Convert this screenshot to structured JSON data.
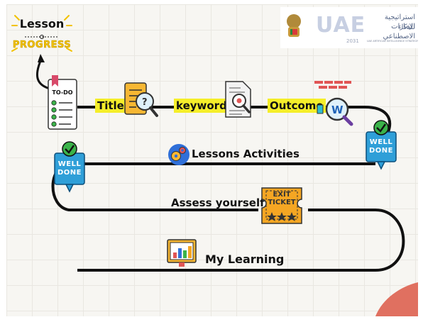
{
  "title": {
    "line1": "Lesson",
    "line2": "PROGRESS"
  },
  "logo": {
    "uae_text": "UAE",
    "arabic_line1": "استراتيجية الإمارات",
    "arabic_line2": "للذكاء الاصطناعي",
    "year": "2031",
    "english_caption": "UAE ARTIFICIAL INTELLIGENCE STRATEGY"
  },
  "todo_label": "TO-DO",
  "steps": {
    "title": "Title",
    "keywords": "keywords",
    "outcome": "Outcome",
    "lessons_activities": "Lessons Activities",
    "assess_yourself": "Assess yourself",
    "my_learning": "My Learning"
  },
  "badges": {
    "right_line1": "WELL",
    "right_line2": "DONE",
    "left_line1": "WELL",
    "left_line2": "DONE"
  },
  "exit_ticket": {
    "line1": "EXIT",
    "line2": "TICKET"
  },
  "colors": {
    "highlight": "#f5ee2a",
    "badge_blue": "#2f9fd8",
    "ticket_orange": "#f5a623",
    "accent_red": "#e07060",
    "road": "#111111"
  }
}
